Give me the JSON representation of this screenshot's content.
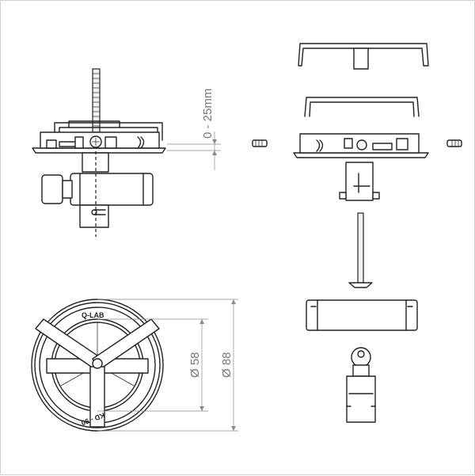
{
  "dimensions": {
    "height_range": "0 - 25mm",
    "inner_diameter": "Ø 58",
    "outer_diameter": "Ø 88"
  },
  "ring_marking": {
    "brand": "Q-LAB",
    "code": "KD · 90"
  }
}
